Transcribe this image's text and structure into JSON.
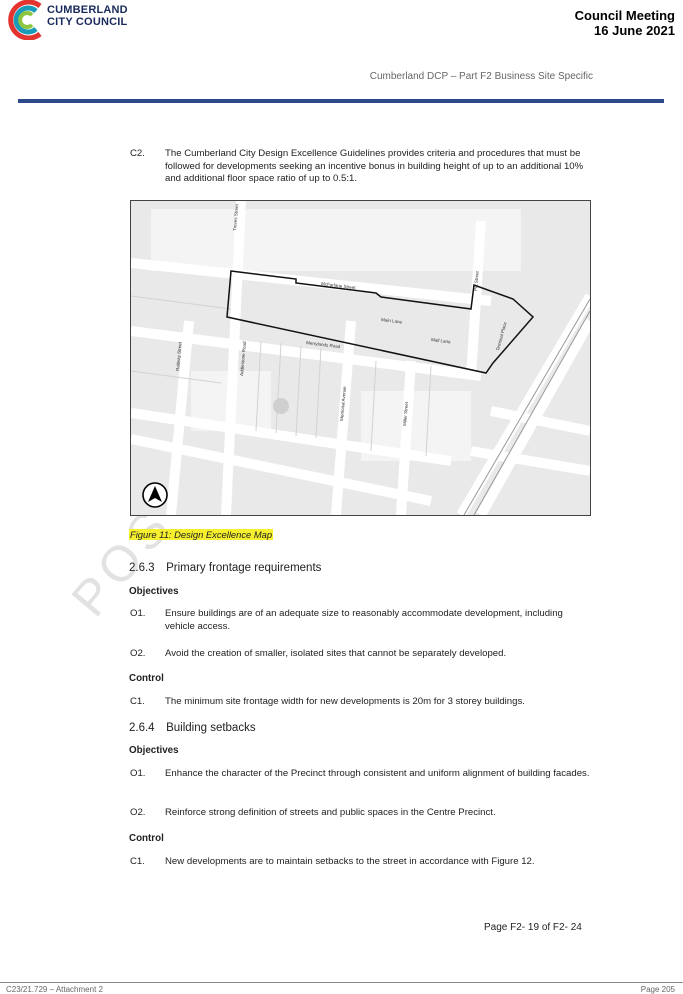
{
  "header": {
    "logo_line1": "CUMBERLAND",
    "logo_line2": "CITY COUNCIL",
    "meeting_line1": "Council Meeting",
    "meeting_line2": "16 June 2021",
    "doc_title": "Cumberland DCP – Part F2 Business Site Specific",
    "accent_color": "#2b4a8b"
  },
  "c2": {
    "label": "C2.",
    "text": "The Cumberland City Design Excellence Guidelines provides criteria and procedures that must be followed for developments seeking an incentive bonus in building height of up to an additional 10% and additional floor space ratio of up to 0.5:1."
  },
  "map": {
    "streets": [
      "McFarlane Street",
      "Merrylands Road",
      "Pitt Street",
      "Terminal Place",
      "Memorial Avenue",
      "Addlestone Road",
      "Treves Street",
      "Railway Street",
      "Miller Street",
      "Main Lane",
      "Mall Lane"
    ],
    "north_icon": "north-arrow-icon"
  },
  "figure_caption": "Figure 11: Design Excellence Map",
  "section_263": {
    "heading": "2.6.3 Primary frontage requirements",
    "objectives_label": "Objectives",
    "o1_label": "O1.",
    "o1_text": "Ensure buildings are of an adequate size to reasonably accommodate development, including vehicle access.",
    "o2_label": "O2.",
    "o2_text": "Avoid the creation of smaller, isolated sites that cannot be separately developed.",
    "control_label": "Control",
    "c1_label": "C1.",
    "c1_text": "The minimum site frontage width for new developments is 20m for 3 storey buildings."
  },
  "section_264": {
    "heading": "2.6.4 Building setbacks",
    "objectives_label": "Objectives",
    "o1_label": "O1.",
    "o1_text": "Enhance the character of the Precinct through consistent and uniform alignment of building facades.",
    "o2_label": "O2.",
    "o2_text": "Reinforce strong definition of streets and public spaces in the Centre Precinct.",
    "control_label": "Control",
    "c1_label": "C1.",
    "c1_text": "New developments are to maintain setbacks to the street in accordance with Figure 12."
  },
  "page_number": "Page F2- 19 of F2- 24",
  "watermark": "POST EXHIBITION",
  "footer": {
    "left": "C23/21.729 – Attachment 2",
    "right": "Page 205"
  }
}
